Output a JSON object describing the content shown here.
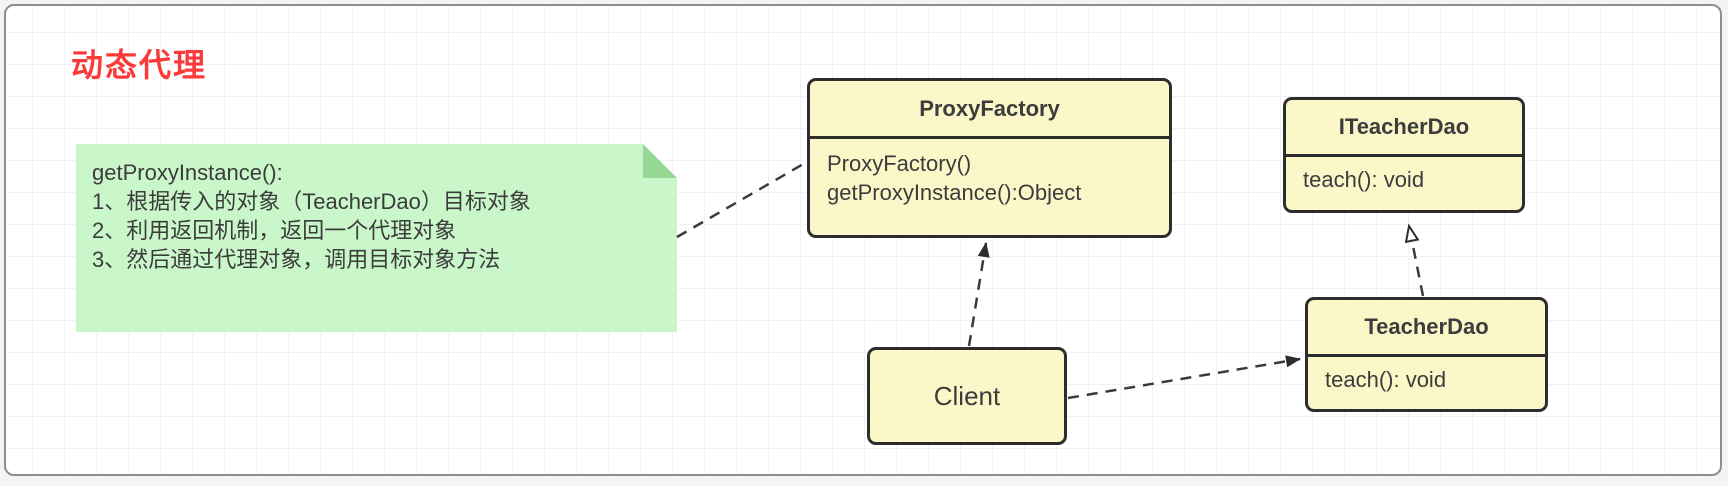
{
  "page_title": "动态代理",
  "note": {
    "lines": [
      "getProxyInstance():",
      "1、根据传入的对象（TeacherDao）目标对象",
      "2、利用返回机制，返回一个代理对象",
      "3、然后通过代理对象，调用目标对象方法"
    ]
  },
  "classes": {
    "proxy_factory": {
      "name": "ProxyFactory",
      "members": [
        "ProxyFactory()",
        "getProxyInstance():Object"
      ]
    },
    "iteacher_dao": {
      "name": "ITeacherDao",
      "members": [
        "teach(): void"
      ]
    },
    "teacher_dao": {
      "name": "TeacherDao",
      "members": [
        "teach(): void"
      ]
    },
    "client": {
      "name": "Client"
    }
  },
  "colors": {
    "title_red": "#fb3a3a",
    "class_fill": "#fbf7c9",
    "class_border": "#2d2d2d",
    "note_fill": "#caf7ca",
    "note_fold": "#97d897",
    "edge": "#3b3b3b",
    "canvas_border": "#8f8f8f"
  }
}
